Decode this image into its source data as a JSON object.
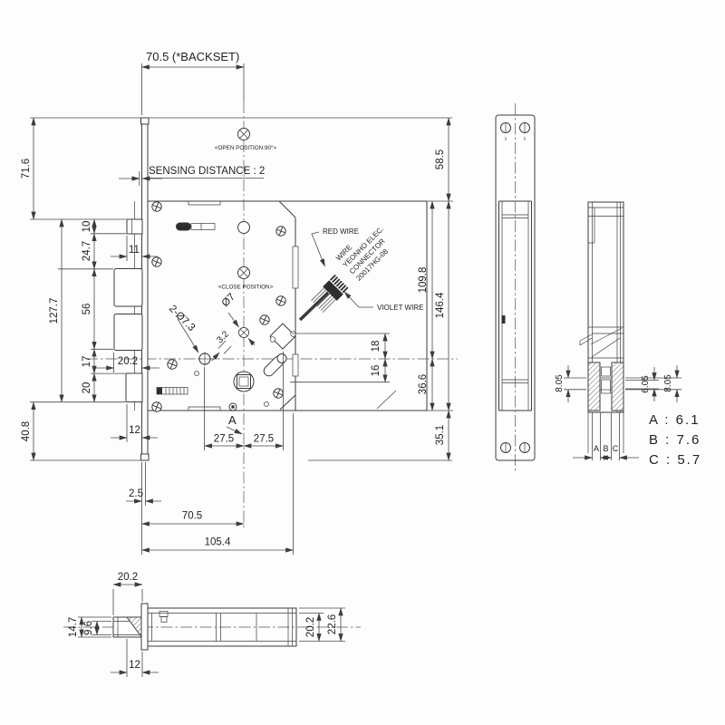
{
  "drawing": {
    "colors": {
      "line": "#3c3c3c",
      "text": "#222222",
      "background": "#fdfdfd"
    },
    "labels": {
      "backset": "70.5  (*BACKSET)",
      "sensing": "SENSING DISTANCE : 2",
      "open_pos": "<OPEN POSITION:90°>",
      "close_pos": "<CLOSE POSITION>",
      "red_wire": "RED WIRE",
      "violet_wire": "VIOLET WIRE",
      "wire_line1": "WIRE",
      "wire_line2": "YEONHO ELEC.",
      "wire_line3": "CONNECTOR",
      "wire_line4": "20017HG-08",
      "hole_pair": "2-Ø7.3",
      "hole_small": "Ø7",
      "dim_3_2": "3.2",
      "section_a": "A"
    },
    "dims": {
      "left71_6": "71.6",
      "left10": "10",
      "left24_7": "24.7",
      "left11": "11",
      "left127_7": "127.7",
      "left56": "56",
      "left20_2": "20.2",
      "left17": "17",
      "left20": "20",
      "left40_8": "40.8",
      "bottom12": "12",
      "bottom2_5": "2.5",
      "bottom70_5": "70.5",
      "bottom105_4": "105.4",
      "bottom27_5a": "27.5",
      "bottom27_5b": "27.5",
      "right58_5": "58.5",
      "right109_8": "109.8",
      "right146_4": "146.4",
      "right36_6": "36.6",
      "right35_1": "35.1",
      "mid18": "18",
      "mid16": "16"
    },
    "section": {
      "dim8a": "8.05",
      "dim6": "6.05",
      "dim8b": "8.05",
      "colA": "A",
      "colB": "B",
      "colC": "C",
      "legend": [
        "A : 6.1",
        "B : 7.6",
        "C : 5.7"
      ]
    },
    "bottom_view": {
      "width20_2": "20.2",
      "height14_7": "14.7",
      "height9_6": "9.6",
      "width12": "12",
      "height20_2": "20.2",
      "height22_6": "22.6"
    }
  }
}
